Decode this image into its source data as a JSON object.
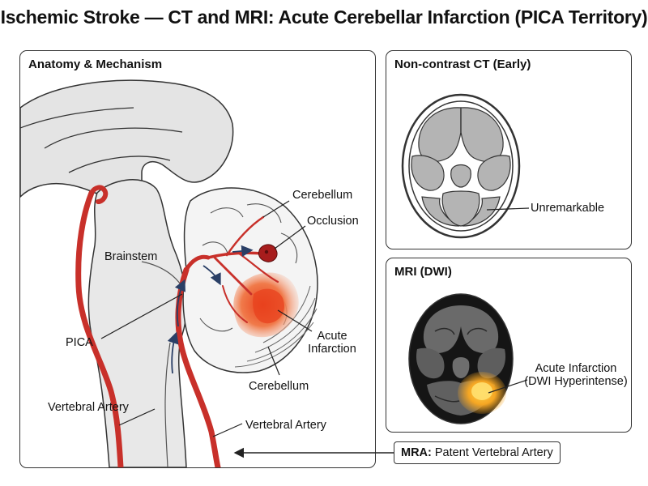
{
  "title": "Ischemic Stroke — CT and MRI: Acute Cerebellar Infarction (PICA Territory)",
  "panels": {
    "anatomy": {
      "title": "Anatomy & Mechanism",
      "labels": {
        "cerebellum_top": "Cerebellum",
        "occlusion": "Occlusion",
        "brainstem": "Brainstem",
        "pica": "PICA",
        "acute_infarction_line1": "Acute",
        "acute_infarction_line2": "Infarction",
        "cerebellum_bottom": "Cerebellum",
        "vertebral_artery_left": "Vertebral Artery",
        "vertebral_artery_right": "Vertebral Artery"
      }
    },
    "ct": {
      "title": "Non-contrast CT (Early)",
      "label": "Unremarkable"
    },
    "mri": {
      "title": "MRI (DWI)",
      "label_line1": "Acute Infarction",
      "label_line2": "(DWI Hyperintense)"
    }
  },
  "mra": {
    "prefix": "MRA:",
    "text": "Patent Vertebral Artery"
  },
  "colors": {
    "artery": "#c8302a",
    "infarct": "#e8421e",
    "tissue": "#dcdcdc",
    "outline": "#333333",
    "ct_tissue": "#b4b4b4",
    "dwi_bright": "#ffd24a",
    "flow_arrow": "#2a3f66"
  }
}
